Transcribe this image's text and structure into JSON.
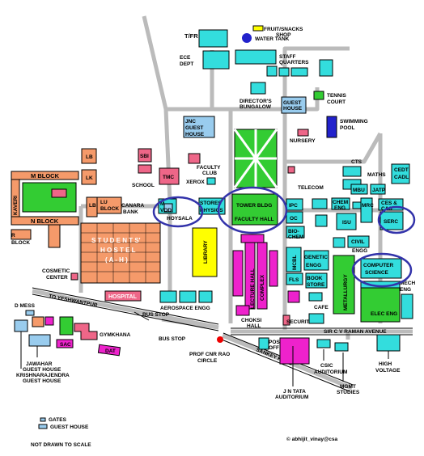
{
  "colors": {
    "cyan": "#33dddd",
    "green": "#33cc33",
    "pink": "#ee6688",
    "orange": "#f59a6a",
    "magenta": "#ee22cc",
    "yellow": "#ffff00",
    "blue": "#2222cc",
    "lightblue": "#99ccee",
    "road": "#bbbbbb",
    "circle": "#3333aa",
    "signal": "#ee0000"
  },
  "labels": {
    "tfr": "T/FR",
    "fruit_shop": "FRUIT/SNACKS",
    "fruit_shop2": "SHOP",
    "water_tank": "WATER TANK",
    "ece": "ECE",
    "ece2": "DEPT",
    "staff": "STAFF",
    "staff2": "QUARTERS",
    "directors": "DIRECTOR'S",
    "directors2": "BUNGALOW",
    "guest_house_a": "GUEST",
    "guest_house_b": "HOUSE",
    "tennis": "TENNIS",
    "tennis2": "COURT",
    "jnc1": "JNC",
    "jnc2": "GUEST",
    "jnc3": "HOUSE",
    "swimming": "SWIMMING",
    "swimming2": "POOL",
    "nursery": "NURSERY",
    "lb": "LB",
    "sbi": "SBI",
    "lk": "LK",
    "faculty_club": "FACULTY",
    "faculty_club2": "CLUB",
    "xerox": "XEROX",
    "tmc": "TMC",
    "school": "SCHOOL",
    "telecom": "TELECOM",
    "cts": "CTS",
    "maths": "MATHS",
    "cedt": "CEDT",
    "cadl": "CADL",
    "mbu": "MBU",
    "jatp": "JATP",
    "m_block": "M BLOCK",
    "kaveri": "KAVERI",
    "n_block": "N BLOCK",
    "r_block": "R",
    "r_block2": "BLOCK",
    "lu_block": "LU",
    "lu_block2": "BLOCK",
    "canara": "CANARA",
    "canara2": "BANK",
    "ipc": "IPC",
    "oc": "OC",
    "biochem": "BIO-",
    "biochem2": "CHEM",
    "chem": "CHEM",
    "chem2": "ENG",
    "mrc": "MRC",
    "ces": "CES &",
    "ces2": "CAS",
    "isu": "ISU",
    "serc": "SERC",
    "civil": "CIVIL",
    "civil2": "ENGG",
    "stores": "STORES",
    "physics": "PHYSICS",
    "mvod": "M",
    "mvod2": "VOD",
    "hoysala": "HOYSALA",
    "tower": "TOWER BLDG",
    "faculty_hall": "FACULTY HALL",
    "library": "LIBRARY",
    "students_hostel": "S T U D E N T S'",
    "students_hostel2": "H O S T E L",
    "students_hostel3": "( A - H )",
    "cosmetic": "COSMETIC",
    "cosmetic2": "CENTER",
    "lecture_hall": "LECTURE HALL",
    "lecture_hall2": "COMPLEX",
    "mcbl": "MCBL",
    "genetic": "GENETIC",
    "genetic2": "ENGG",
    "computer_science": "COMPUTER",
    "computer_science2": "SCIENCE",
    "mech": "MECH",
    "mech2": "ENG",
    "fls": "FLS",
    "book_store": "BOOK",
    "book_store2": "STORE",
    "metallurgy": "METALLURGY",
    "elec_eng": "ELEC ENG",
    "to_yeshwantpur": "TO YESHWANTPUR",
    "hospital": "HOSPITAL",
    "cafe": "CAFE",
    "d_mess": "D MESS",
    "aerospace": "AEROSPACE ENGG",
    "bus_stop": "BUS STOP",
    "choksi": "CHOKSI",
    "choksi2": "HALL",
    "security": "SECURITY",
    "raman_avenue": "SIR C V RAMAN AVENUE",
    "gymkhana": "GYMKHANA",
    "sac": "SAC",
    "dat": "DAT",
    "bus_stop2": "BUS STOP",
    "prof_cnr": "PROF CNR RAO",
    "prof_cnr2": "CIRCLE",
    "post_off": "POST",
    "post_off2": "OFF",
    "sankey_road": "SANKEY ROAD",
    "csic": "CSIC",
    "csic2": "AUDITORIUM",
    "high_voltage": "HIGH",
    "high_voltage2": "VOLTAGE",
    "jawahar": "JAWAHAR",
    "jawahar2": "GUEST HOUSE",
    "krishnarajendra": "KRISHNARAJENDRA",
    "krishnarajendra2": "GUEST HOUSE",
    "mgmt": "MGMT",
    "mgmt2": "STUDIES",
    "jn_tata": "J N TATA",
    "jn_tata2": "AUDITORIUM"
  },
  "legend": {
    "gates": "GATES",
    "guest_house": "GUEST HOUSE",
    "not_to_scale": "NOT DRAWN TO SCALE",
    "credit": "© abhijit_vinay@csa"
  }
}
